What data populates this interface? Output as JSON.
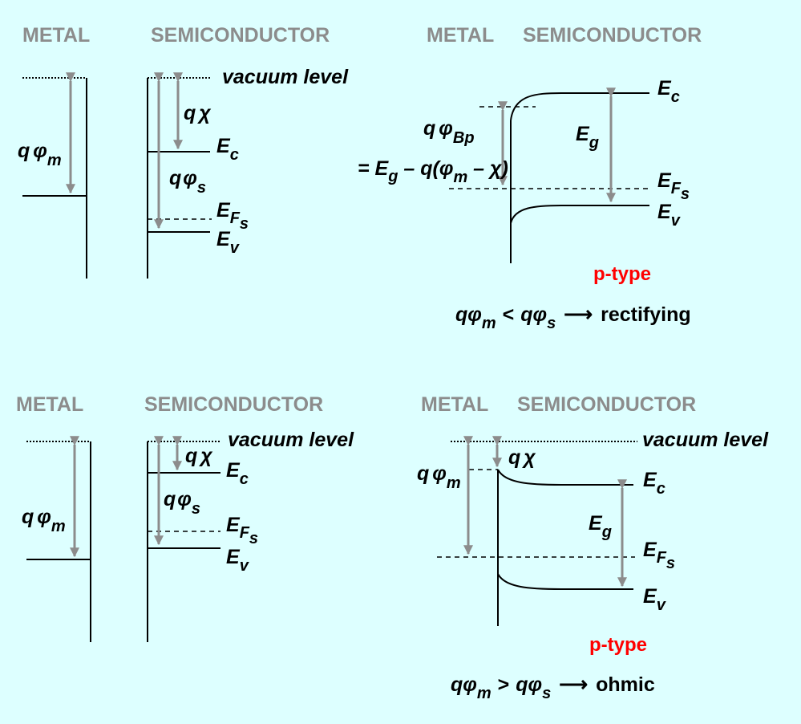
{
  "headers": {
    "metal": "METAL",
    "semiconductor": "SEMICONDUCTOR"
  },
  "labels": {
    "vacuum_level": "vacuum level",
    "q": "q",
    "phi": "φ",
    "chi": "χ",
    "sub_m": "m",
    "sub_s": "s",
    "E": "E",
    "sub_c": "c",
    "sub_v": "v",
    "sub_g": "g",
    "sub_F": "F",
    "sub_Bp": "Bp",
    "barrier_eq_prefix": "= E",
    "barrier_eq_mid": " – q(φ",
    "barrier_eq_end": " – χ)"
  },
  "panels": {
    "top_right": {
      "type_label": "p-type",
      "cond_q1": "qφ",
      "cond_op": "<",
      "cond_q2": "qφ",
      "cond_arrow": "⟶",
      "cond_result": "rectifying"
    },
    "bottom_right": {
      "type_label": "p-type",
      "cond_q1": "qφ",
      "cond_op": ">",
      "cond_q2": "qφ",
      "cond_arrow": "⟶",
      "cond_result": "ohmic"
    }
  },
  "colors": {
    "background": "#ddffff",
    "header_gray": "#8c8c8c",
    "arrow_gray": "#8c8c8c",
    "accent_red": "#ff0000"
  }
}
